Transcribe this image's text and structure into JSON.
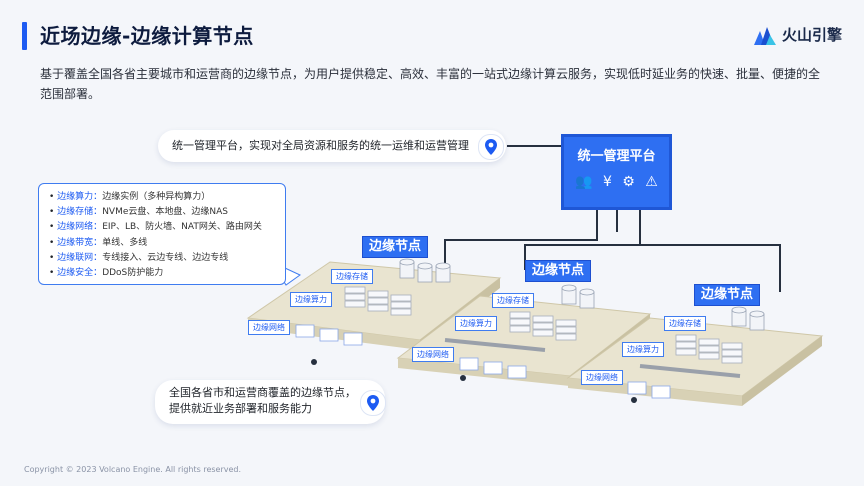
{
  "header": {
    "title": "近场边缘-边缘计算节点",
    "logo_text": "火山引擎"
  },
  "description": "基于覆盖全国各省主要城市和运营商的边缘节点，为用户提供稳定、高效、丰富的一站式边缘计算云服务，实现低时延业务的快速、批量、便捷的全范围部署。",
  "callouts": {
    "top": "统一管理平台，实现对全局资源和服务的统一运维和运营管理",
    "bottom_line1": "全国各省市和运营商覆盖的边缘节点，",
    "bottom_line2": "提供就近业务部署和服务能力"
  },
  "features": [
    {
      "key": "边缘算力：",
      "value": "边缘实例（多种异构算力）"
    },
    {
      "key": "边缘存储：",
      "value": "NVMe云盘、本地盘、边缘NAS"
    },
    {
      "key": "边缘网络：",
      "value": "EIP、LB、防火墙、NAT网关、路由网关"
    },
    {
      "key": "边缘带宽：",
      "value": "单线、多线"
    },
    {
      "key": "边缘联网：",
      "value": "专线接入、云边专线、边边专线"
    },
    {
      "key": "边缘安全：",
      "value": "DDoS防护能力"
    }
  ],
  "platform": {
    "title": "统一管理平台",
    "icons": [
      "users-icon",
      "yen-icon",
      "gears-icon",
      "warning-icon"
    ]
  },
  "node_labels": {
    "node": "边缘节点",
    "storage": "边缘存储",
    "compute": "边缘算力",
    "network": "边缘网络"
  },
  "footer": "Copyright © 2023 Volcano Engine. All rights reserved.",
  "colors": {
    "accent": "#1d5bf2",
    "platform_blue": "#2e6ff2",
    "tile": "#e8e3cf"
  }
}
